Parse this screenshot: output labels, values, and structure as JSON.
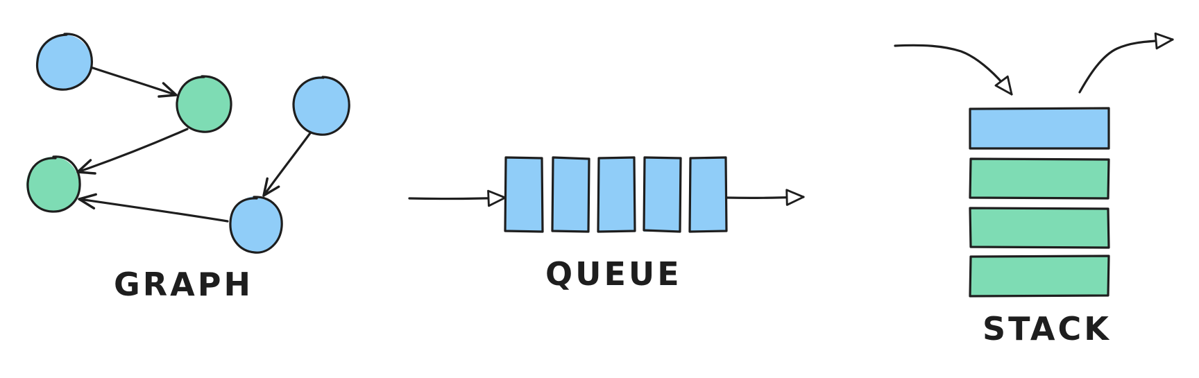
{
  "colors": {
    "blue": "#90cdf8",
    "green": "#7edcb4",
    "ink": "#1e1e1e",
    "background": "#ffffff"
  },
  "labels": {
    "graph": "GRAPH",
    "queue": "QUEUE",
    "stack": "STACK"
  },
  "graph": {
    "nodes": [
      {
        "id": "n1",
        "color": "blue"
      },
      {
        "id": "n2",
        "color": "green"
      },
      {
        "id": "n3",
        "color": "green"
      },
      {
        "id": "n4",
        "color": "blue"
      },
      {
        "id": "n5",
        "color": "blue"
      }
    ],
    "edges": [
      {
        "from": "n1",
        "to": "n2"
      },
      {
        "from": "n2",
        "to": "n3"
      },
      {
        "from": "n5",
        "to": "n3"
      },
      {
        "from": "n4",
        "to": "n5"
      }
    ]
  },
  "queue": {
    "cells": [
      "blue",
      "blue",
      "blue",
      "blue",
      "blue"
    ]
  },
  "stack": {
    "layers": [
      "blue",
      "green",
      "green",
      "green"
    ]
  }
}
